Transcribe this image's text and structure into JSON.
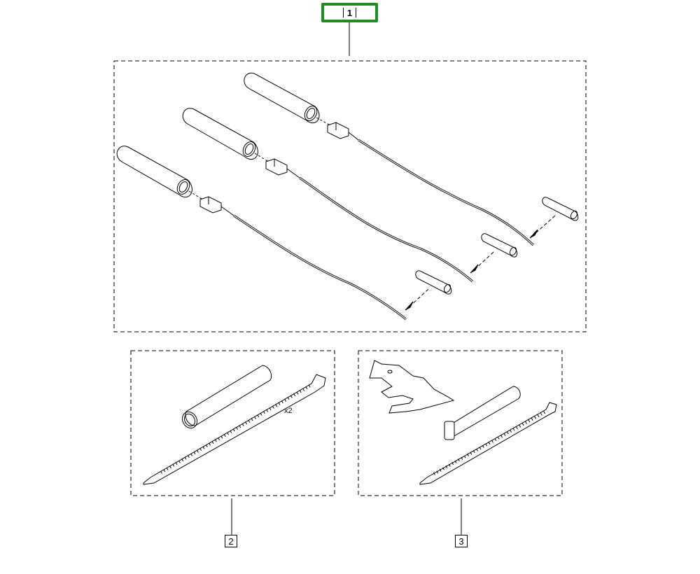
{
  "diagram": {
    "type": "exploded-parts-diagram",
    "callouts": [
      {
        "id": "1",
        "label": "1",
        "highlighted": true,
        "highlight_color": "#1e8c1e"
      },
      {
        "id": "2",
        "label": "2",
        "highlighted": false
      },
      {
        "id": "3",
        "label": "3",
        "highlighted": false
      }
    ],
    "groups": [
      {
        "callout": "1",
        "description": "Three wire leads with terminal connectors, large insulating sleeves and small heat-shrink tubes"
      },
      {
        "callout": "2",
        "description": "Insulating sleeve and cable tie",
        "quantity_label": "x2"
      },
      {
        "callout": "3",
        "description": "Metal clip bracket, edge-protection trim and cable tie"
      }
    ],
    "line_color": "#000000",
    "background": "#ffffff"
  }
}
